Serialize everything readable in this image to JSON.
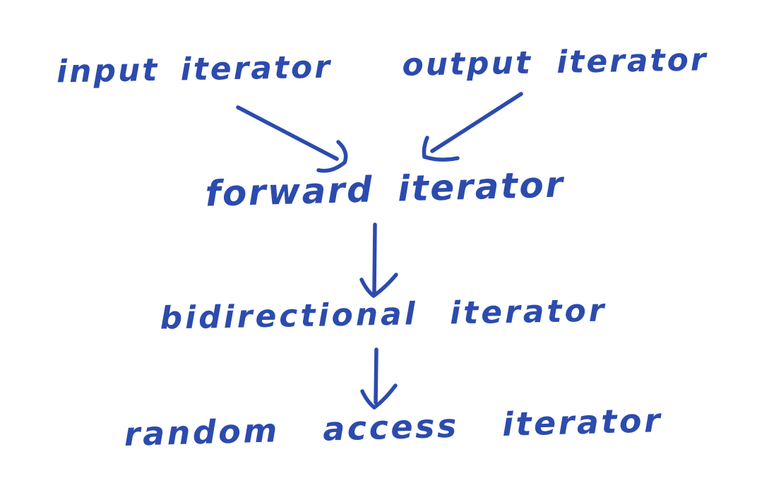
{
  "diagram": {
    "ink_color": "#2c4bae",
    "background_color": "#ffffff",
    "nodes": [
      {
        "id": "input",
        "label": "input iterator"
      },
      {
        "id": "output",
        "label": "output iterator"
      },
      {
        "id": "forward",
        "label": "forward iterator"
      },
      {
        "id": "bidirectional",
        "label": "bidirectional iterator"
      },
      {
        "id": "random",
        "label": "random access iterator"
      }
    ],
    "edges": [
      {
        "from": "input",
        "to": "forward"
      },
      {
        "from": "output",
        "to": "forward"
      },
      {
        "from": "forward",
        "to": "bidirectional"
      },
      {
        "from": "bidirectional",
        "to": "random"
      }
    ]
  }
}
